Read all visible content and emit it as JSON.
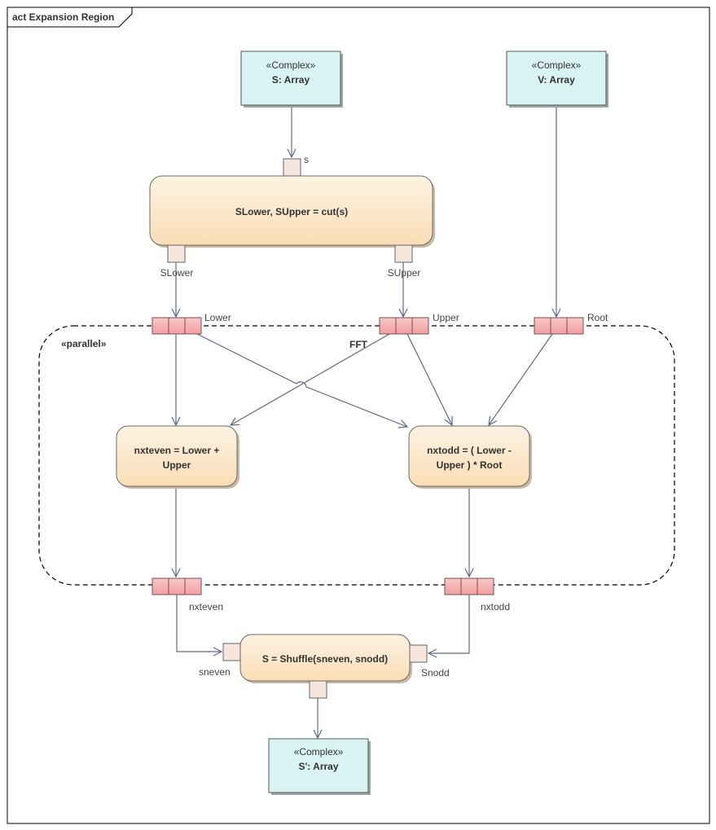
{
  "diagram": {
    "frame_title": "act Expansion Region",
    "region_stereotype": "«parallel»",
    "region_name": "FFT",
    "objects": {
      "s_array": {
        "stereotype": "«Complex»",
        "name": "S: Array"
      },
      "v_array": {
        "stereotype": "«Complex»",
        "name": "V: Array"
      },
      "s_prime_array": {
        "stereotype": "«Complex»",
        "name": "S': Array"
      }
    },
    "actions": {
      "cut": "SLower, SUpper = cut(s)",
      "nxteven": [
        "nxteven = Lower +",
        "Upper"
      ],
      "nxtodd": [
        "nxtodd = ( Lower -",
        "Upper ) * Root"
      ],
      "shuffle": "S = Shuffle(sneven, snodd)"
    },
    "pins": {
      "cut_in": "s",
      "cut_out_lower": "SLower",
      "cut_out_upper": "SUpper",
      "shuffle_in_even": "sneven",
      "shuffle_in_odd": "Snodd"
    },
    "expansion_nodes": {
      "lower": "Lower",
      "upper": "Upper",
      "root": "Root",
      "nxteven": "nxteven",
      "nxtodd": "nxtodd"
    },
    "colors": {
      "object_fill": "#d9f2f2",
      "action_fill_top": "#fdf3e3",
      "action_fill_bottom": "#f9ddb5",
      "pin_fill": "#f6e6de",
      "expansion_node_fill": "#f4b4b4",
      "edge": "#5f6a8a"
    }
  }
}
